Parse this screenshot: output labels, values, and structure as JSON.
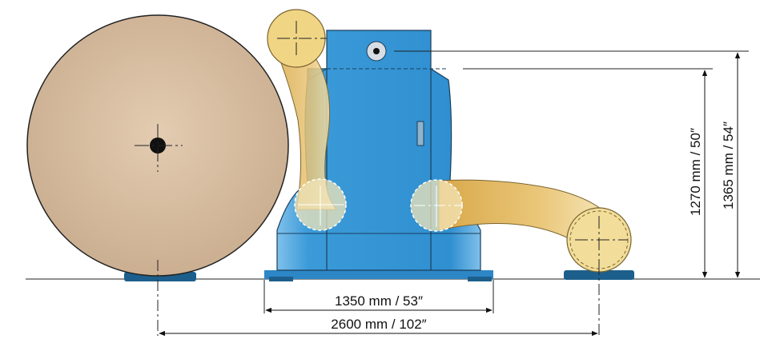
{
  "dimensions": {
    "inner_width": "1350 mm / 53″",
    "outer_width": "2600 mm / 102″",
    "height_inner": "1270 mm / 50″",
    "height_outer": "1365 mm / 54″"
  },
  "colors": {
    "roll_fill": "#dcc3a7",
    "arm_gold": "#e8c46c",
    "machine_blue": "#3a9ad8",
    "base_blue": "#2d86c6",
    "pad_dark": "#1d5f8c"
  }
}
